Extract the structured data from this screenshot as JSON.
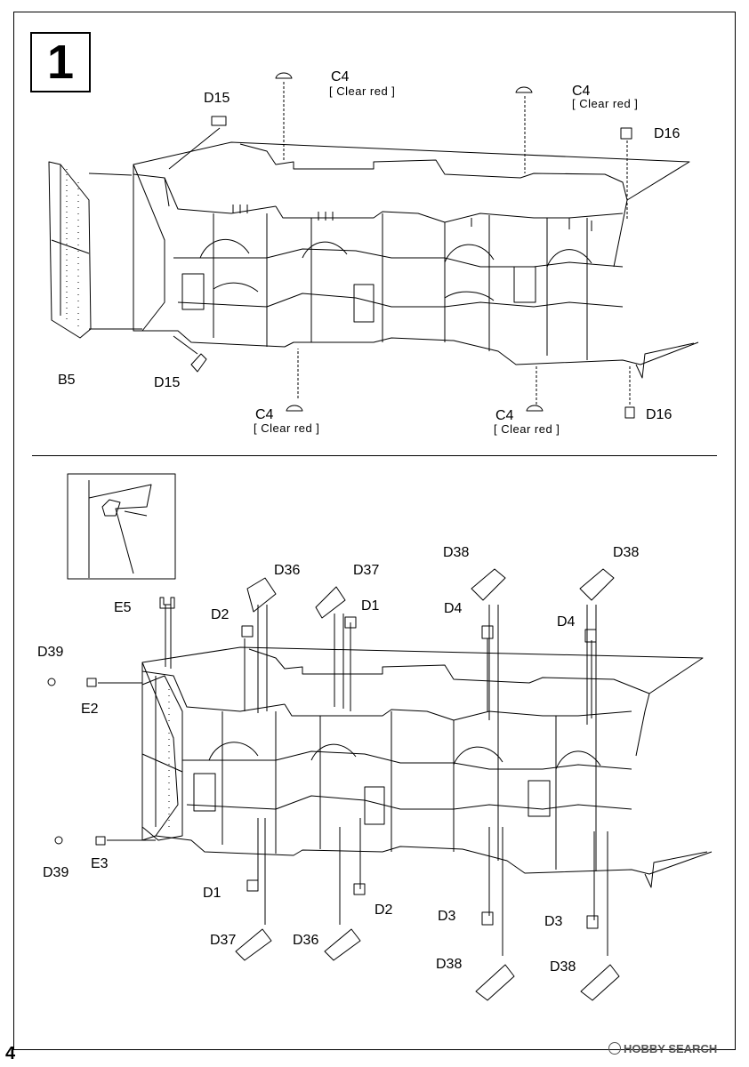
{
  "page_number": "4",
  "step": {
    "number": "1"
  },
  "watermark": {
    "text": "HOBBY SEARCH"
  },
  "top_diagram": {
    "labels": {
      "c4_a": "C4",
      "c4_a_note": "[ Clear red ]",
      "c4_b": "C4",
      "c4_b_note": "[ Clear red ]",
      "c4_c": "C4",
      "c4_c_note": "[ Clear red ]",
      "c4_d": "C4",
      "c4_d_note": "[ Clear red ]",
      "d15_top": "D15",
      "d15_bottom": "D15",
      "d16_top": "D16",
      "d16_bottom": "D16",
      "b5": "B5"
    }
  },
  "bottom_diagram": {
    "labels": {
      "e5": "E5",
      "d2_top": "D2",
      "d36_top": "D36",
      "d37_top": "D37",
      "d1_top": "D1",
      "d38_top_left": "D38",
      "d38_top_right": "D38",
      "d4_left": "D4",
      "d4_right": "D4",
      "d39_top": "D39",
      "e2": "E2",
      "d39_bottom": "D39",
      "e3": "E3",
      "d1_bottom": "D1",
      "d2_bottom": "D2",
      "d37_bottom": "D37",
      "d36_bottom": "D36",
      "d3_left": "D3",
      "d3_right": "D3",
      "d38_bottom_left": "D38",
      "d38_bottom_right": "D38"
    }
  }
}
